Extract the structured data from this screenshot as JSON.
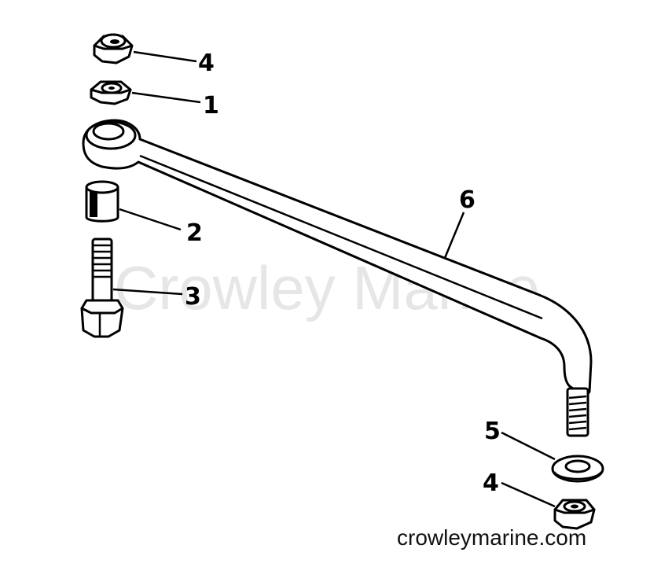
{
  "diagram": {
    "watermark": "Crowley Marine",
    "website": "crowleymarine.com",
    "parts": [
      {
        "callout": "4",
        "name": "lock nut (top)"
      },
      {
        "callout": "1",
        "name": "nut"
      },
      {
        "callout": "2",
        "name": "spacer"
      },
      {
        "callout": "3",
        "name": "bolt"
      },
      {
        "callout": "6",
        "name": "steering link rod"
      },
      {
        "callout": "5",
        "name": "washer"
      },
      {
        "callout": "4",
        "name": "lock nut (bottom)"
      }
    ]
  }
}
